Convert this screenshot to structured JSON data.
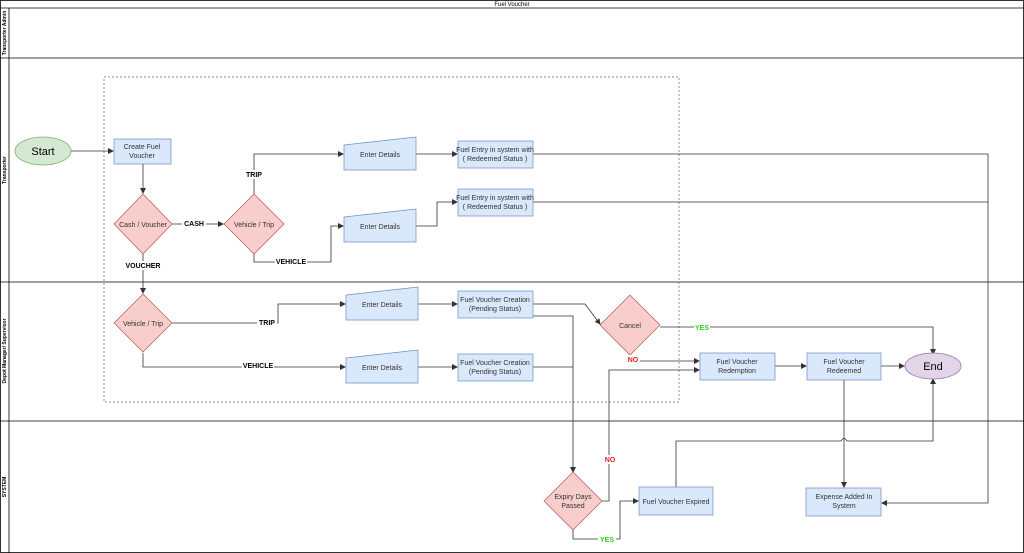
{
  "title": "Fuel Voucher",
  "lanes": [
    {
      "id": "transporter-admin",
      "label": "Transporter Admin"
    },
    {
      "id": "transporter",
      "label": "Transporter"
    },
    {
      "id": "depot-manager",
      "label": "Depot Manager/ Supervisor"
    },
    {
      "id": "system",
      "label": "SYSTEM"
    }
  ],
  "nodes": {
    "start": "Start",
    "create_voucher": [
      "Create Fuel",
      "Voucher"
    ],
    "cash_voucher": "Cash / Voucher",
    "vehicle_trip_top": "Vehicle / Trip",
    "enter_details_1": "Enter Details",
    "enter_details_2": "Enter Details",
    "fuel_entry_1": [
      "Fuel Entry in system with",
      "( Redeemed Status )"
    ],
    "fuel_entry_2": [
      "Fuel Entry in system with",
      "( Redeemed Status )"
    ],
    "vehicle_trip_mid": "Vehicle / Trip",
    "enter_details_3": "Enter Details",
    "enter_details_4": "Enter Details",
    "creation_1": [
      "Fuel Voucher Creation",
      "(Pending Status)"
    ],
    "creation_2": [
      "Fuel Voucher Creation",
      "(Pending Status)"
    ],
    "cancel": "Cancel",
    "redemption": [
      "Fuel Voucher",
      "Redemption"
    ],
    "redeemed": [
      "Fuel Voucher",
      "Redeemed"
    ],
    "end": "End",
    "expiry": [
      "Expiry Days",
      "Passed"
    ],
    "expired": "Fuel Voucher Expired",
    "expense": [
      "Expense Added In",
      "System"
    ]
  },
  "edge_labels": {
    "trip_top": "TRIP",
    "cash": "CASH",
    "vehicle_top": "VEHICLE",
    "voucher": "VOUCHER",
    "trip_mid": "TRIP",
    "vehicle_mid": "VEHICLE",
    "cancel_yes": "YES",
    "cancel_no": "NO",
    "expiry_no": "NO",
    "expiry_yes": "YES"
  },
  "colors": {
    "process_fill": "#dae8fc",
    "process_stroke": "#6c8ebf",
    "decision_fill": "#f8cecc",
    "decision_stroke": "#b85450",
    "start_fill": "#d5e8d4",
    "start_stroke": "#82b366",
    "end_fill": "#e1d5e7",
    "end_stroke": "#9673a6",
    "yes_color": "#2ecc1a",
    "no_color": "#e02020"
  }
}
